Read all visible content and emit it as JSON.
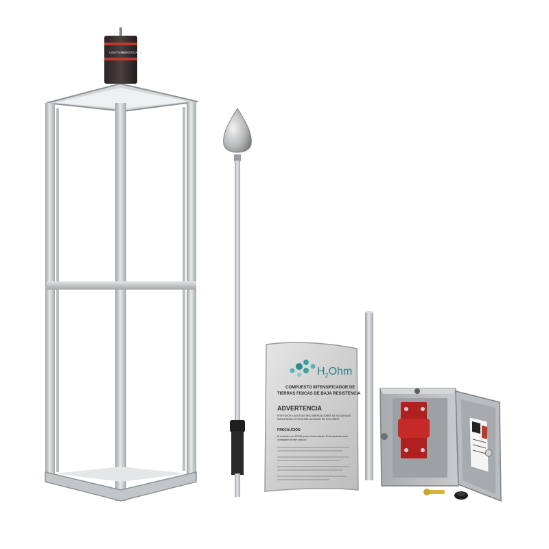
{
  "product_kit": {
    "lightning_device": {
      "brand_label": "LIGHTNING",
      "model_label": "HARDGUARD"
    },
    "bag": {
      "logo_h": "H",
      "logo_sub": "2",
      "logo_rest": "Ohm",
      "heading_line1": "COMPUESTO INTENSIFICADOR DE",
      "heading_line2": "TIERRAS FISICAS DE BAJA RESISTENCIA",
      "warning_title": "ADVERTENCIA",
      "warning_text_1": "POR FAVOR LEA ESTAS RECOMENDACIONES DE SEGURIDAD",
      "warning_text_2": "MANTENGALO FUERA DEL ALCANCE DE LOS NIÑOS",
      "caution_title": "PRECAUCIÓN",
      "caution_text_1": "El contenido con H2OHM puede causar irritación. En la exposición cuida",
      "caution_text_2": "la inhalación de este producto"
    }
  },
  "colors": {
    "aluminum": "#c9ccce",
    "aluminum_dark": "#9ea2a5",
    "device_body": "#3a3232",
    "device_band": "#c0392b",
    "bag": "#d9d9d9",
    "box_gray": "#b5b8bb",
    "breaker_red": "#b0201f"
  }
}
